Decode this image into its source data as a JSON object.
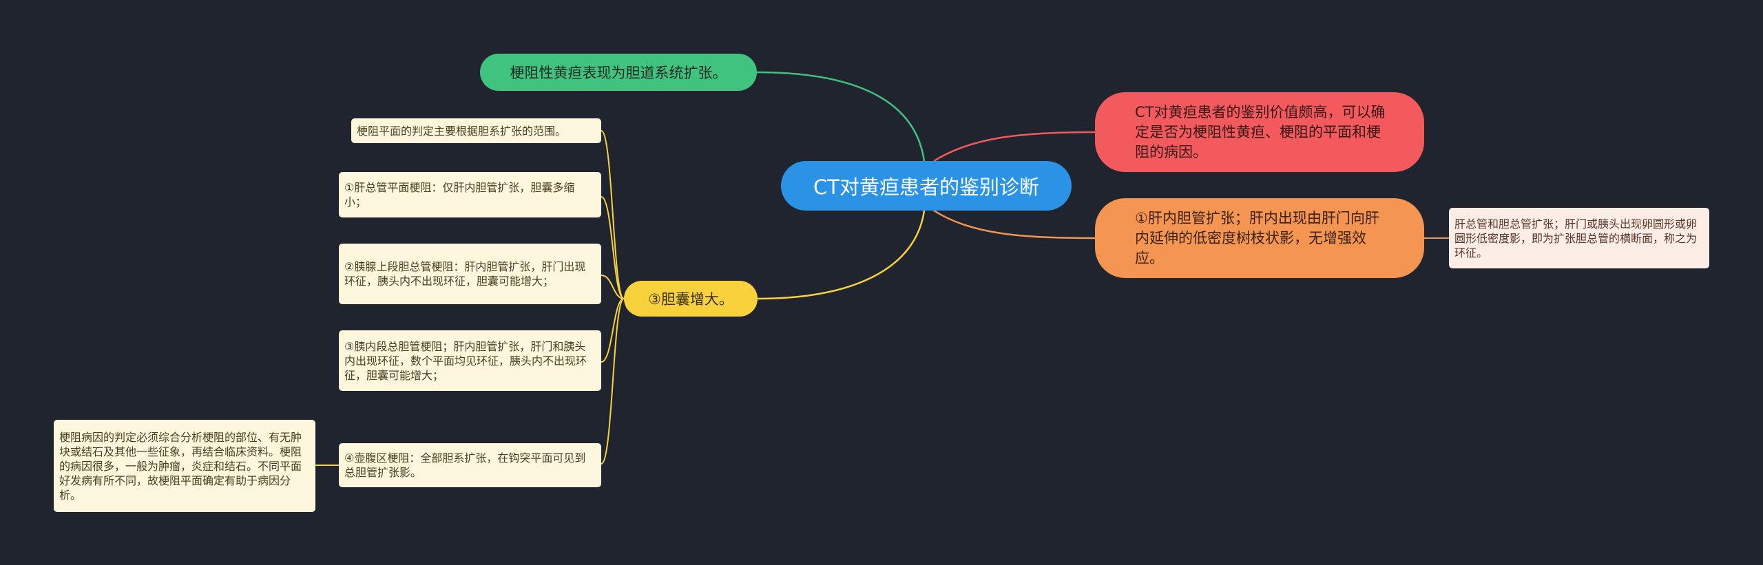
{
  "root": {
    "label": "CT对黄疸患者的鉴别诊断"
  },
  "branches": {
    "top_left": {
      "label": "梗阻性黄疸表现为胆道系统扩张。"
    },
    "top_right": {
      "label": "CT对黄疸患者的鉴别价值颇高，可以确定是否为梗阻性黄疸、梗阻的平面和梗阻的病因。"
    },
    "mid_right": {
      "label": "①肝内胆管扩张；肝内出现由肝门向肝内延伸的低密度树枝状影，无增强效应。",
      "note": "肝总管和胆总管扩张；肝门或胰头出现卵圆形或卵圆形低密度影，即为扩张胆总管的横断面，称之为环征。"
    },
    "bottom_left": {
      "label": "③胆囊增大。",
      "items": [
        "梗阻平面的判定主要根据胆系扩张的范围。",
        "①肝总管平面梗阻：仅肝内胆管扩张，胆囊多缩小；",
        "②胰腺上段胆总管梗阻：肝内胆管扩张，肝门出现环征，胰头内不出现环征，胆囊可能增大；",
        "③胰内段总胆管梗阻；肝内胆管扩张，肝门和胰头内出现环征，数个平面均见环征，胰头内不出现环征，胆囊可能增大；",
        "④壶腹区梗阻：全部胆系扩张，在钩突平面可见到总胆管扩张影。"
      ],
      "sub_note": "梗阻病因的判定必须综合分析梗阻的部位、有无肿块或结石及其他一些征象，再结合临床资料。梗阻的病因很多，一般为肿瘤，炎症和结石。不同平面好发病有所不同，故梗阻平面确定有助于病因分析。"
    }
  },
  "colors": {
    "background": "#20242f",
    "root": "#2a93e6",
    "green": "#3fc37f",
    "red": "#f25a5d",
    "orange": "#f59552",
    "yellow": "#f7d23c"
  }
}
